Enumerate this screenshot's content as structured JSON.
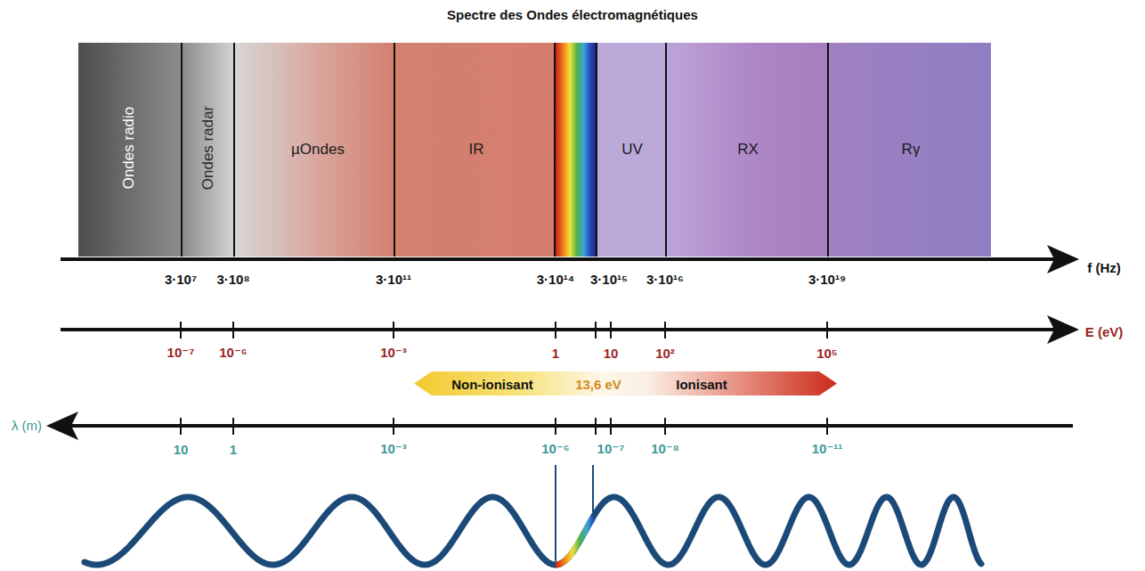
{
  "diagram": {
    "title": "Spectre des Ondes électromagnétiques",
    "nodes": [
      {
        "text": [
          "Ondes radio"
        ]
      },
      {
        "text": [
          "Ondes radar"
        ]
      },
      {
        "text": [
          "µOndes"
        ]
      },
      {
        "text": [
          "IR"
        ]
      },
      {
        "text": [
          "UV"
        ]
      },
      {
        "text": [
          "RX"
        ]
      },
      {
        "text": [
          "Rγ"
        ]
      },
      {
        "text": [
          "Non-ionisant",
          "13,6 eV",
          "Ionisant"
        ]
      }
    ],
    "labels": [
      "f (Hz)",
      "3·10⁷",
      "3·10⁸",
      "3·10¹¹",
      "3·10¹⁴",
      "3·10¹⁵",
      "3·10¹⁶",
      "3·10¹⁹",
      "E (eV)",
      "10⁻⁷",
      "10⁻⁶",
      "10⁻³",
      "1",
      "10",
      "10²",
      "10⁵",
      "λ (m)",
      "10",
      "1",
      "10⁻³",
      "10⁻⁶",
      "10⁻⁷",
      "10⁻⁸",
      "10⁻¹¹"
    ]
  }
}
